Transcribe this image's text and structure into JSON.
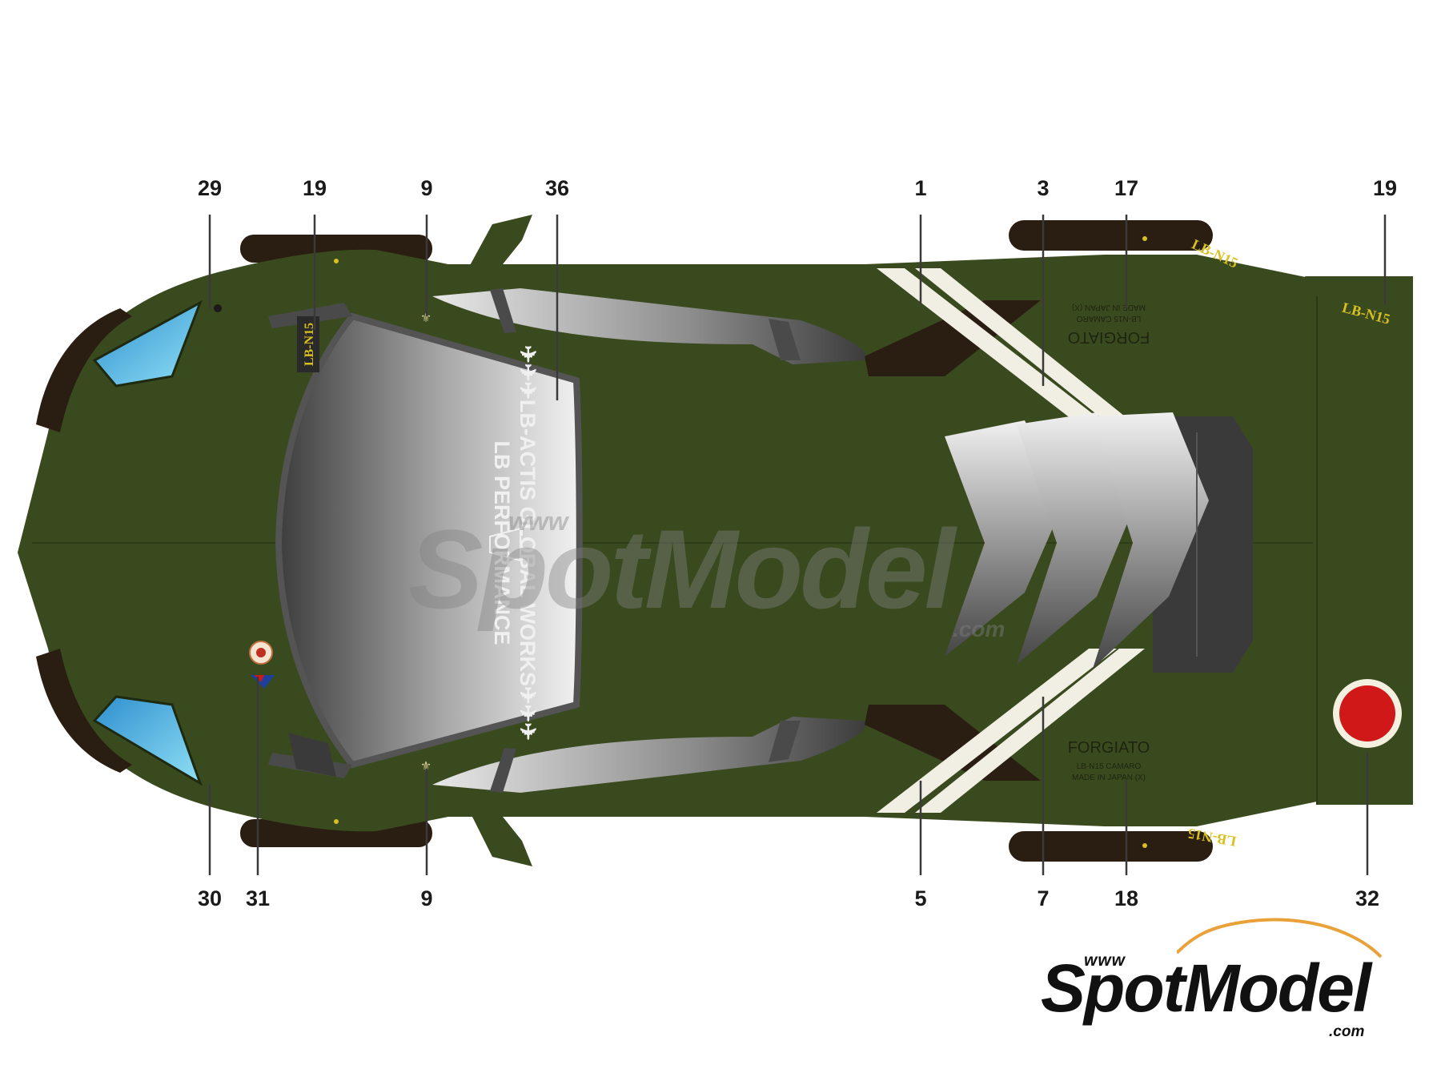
{
  "callouts": {
    "top": [
      "29",
      "19",
      "9",
      "36",
      "1",
      "3",
      "17",
      "19"
    ],
    "bottom": [
      "30",
      "31",
      "9",
      "5",
      "7",
      "18",
      "32"
    ]
  },
  "decals": {
    "lb_tag": "LB-N15",
    "windshield_line1": "✈✈✈LB-ACTIS GLOBAL WORKS✈✈✈",
    "windshield_line2": "LB PERFORMANCE",
    "forgiato_top": "FORGIATO",
    "forgiato_top_sub": "LB-N15 CAMARO",
    "forgiato_top_sub2": "MADE IN JAPAN (X)",
    "forgiato_bottom": "FORGIATO",
    "forgiato_bottom_sub": "LB-N15 CAMARO",
    "forgiato_bottom_sub2": "MADE IN JAPAN (X)"
  },
  "colors": {
    "body": "#3a4a1f",
    "glass_dark": "#4d4d4d",
    "glass_light": "#e2e2e2",
    "headlight": "#3aa6dc",
    "roundel": "#d01818",
    "stripe": "#f1eee4",
    "decal_yellow": "#d8c020",
    "tire": "#2a1d12"
  },
  "logo": {
    "www": "www",
    "brand": "SpotModel",
    "com": ".com"
  }
}
